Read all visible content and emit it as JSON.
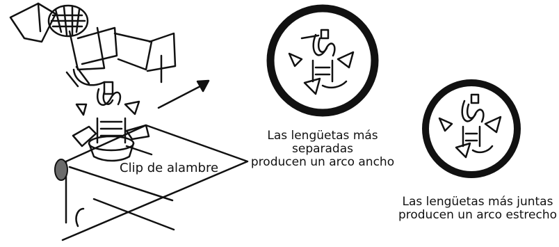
{
  "labels": {
    "wire_clip": "Clip de alambre",
    "wide_arc": [
      "Las lengüetas más",
      "separadas",
      "producen un arco ancho"
    ],
    "narrow_arc": [
      "Las lengüetas más juntas",
      "producen un arco estrecho"
    ]
  },
  "colors": {
    "ink": "#111111",
    "background": "#ffffff",
    "nub_gray": "#6b6b6b"
  },
  "icons": {
    "pointer": "arrow-right-up-icon"
  }
}
